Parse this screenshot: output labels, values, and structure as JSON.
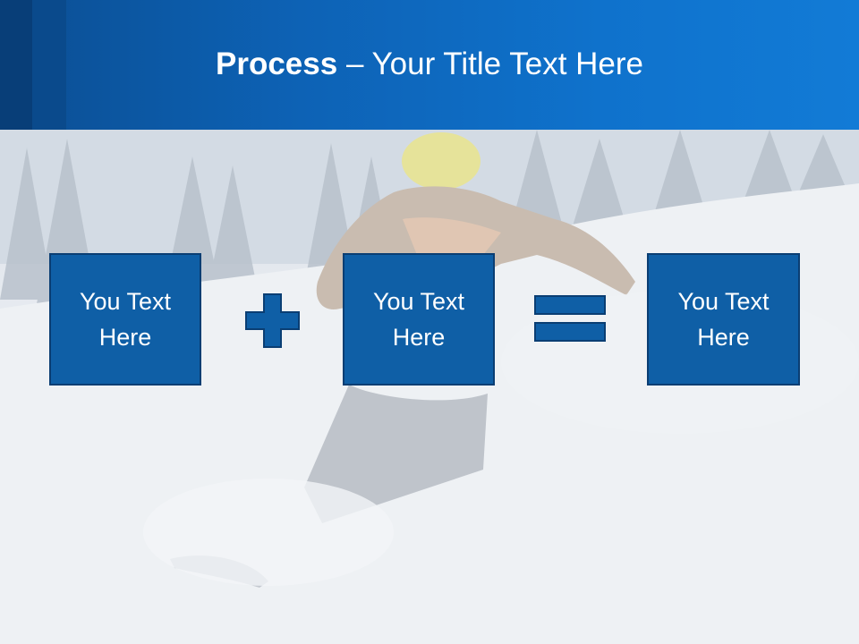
{
  "slide": {
    "title_bold": "Process",
    "title_rest": " – Your Title Text Here"
  },
  "boxes": [
    {
      "line1": "You Text",
      "line2": "Here"
    },
    {
      "line1": "You Text",
      "line2": "Here"
    },
    {
      "line1": "You Text",
      "line2": "Here"
    }
  ],
  "operators": [
    "plus-icon",
    "equals-icon"
  ],
  "colors": {
    "header": "#0d62b5",
    "box_fill": "#0f5fa6",
    "box_border": "#0a3e73",
    "text": "#ffffff"
  }
}
